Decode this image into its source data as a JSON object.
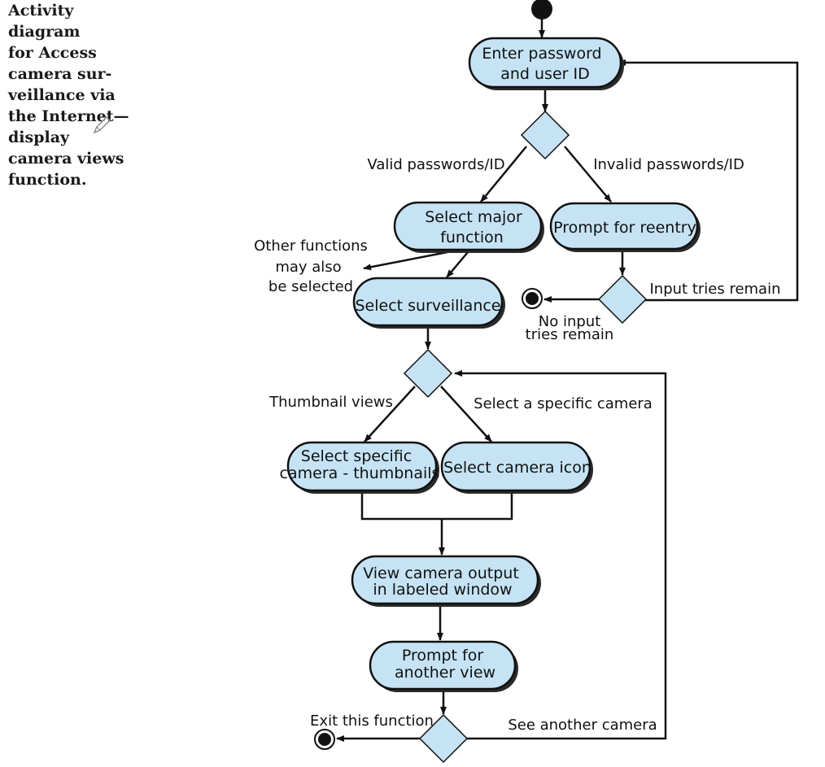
{
  "caption": {
    "lines": [
      "Activity",
      "diagram",
      "for Access",
      "camera sur-",
      "veillance via",
      "the Internet—",
      "display",
      "camera views",
      "function."
    ]
  },
  "nodes": {
    "enter_password": [
      "Enter password",
      "and user ID"
    ],
    "select_major": [
      "Select major",
      "function"
    ],
    "prompt_reentry": [
      "Prompt for reentry"
    ],
    "select_surveillance": [
      "Select surveillance"
    ],
    "select_specific": [
      "Select specific",
      "camera - thumbnails"
    ],
    "select_icon": [
      "Select camera icon"
    ],
    "view_output": [
      "View camera output",
      "in labeled window"
    ],
    "prompt_another": [
      "Prompt for",
      "another view"
    ]
  },
  "labels": {
    "valid": "Valid passwords/ID",
    "invalid": "Invalid passwords/ID",
    "other_functions": [
      "Other functions",
      "may also",
      "be selected"
    ],
    "input_tries_remain": "Input tries remain",
    "no_input_tries": [
      "No input",
      "tries remain"
    ],
    "thumbnail_views": "Thumbnail views",
    "select_specific_camera": "Select a specific camera",
    "exit_function": "Exit this function",
    "see_another": "See another camera"
  },
  "colors": {
    "activity_fill": "#c5e3f4",
    "stroke": "#111111"
  }
}
